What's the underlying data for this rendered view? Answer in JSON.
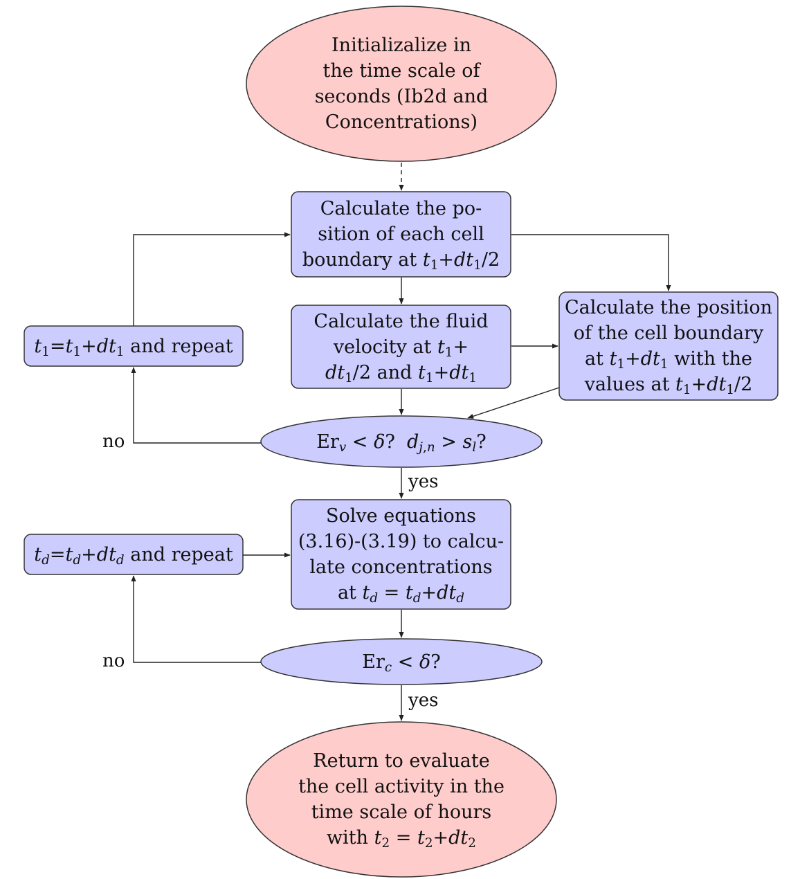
{
  "colors": {
    "terminal_fill": "#ffcccc",
    "process_fill": "#ccccff",
    "stroke": "#333333"
  },
  "nodes": {
    "start": {
      "lines": [
        "Initializalize in",
        "the time scale of",
        "seconds (Ib2d and",
        "Concentrations)"
      ]
    },
    "calc_boundary_half": {
      "line1": "Calculate the po-",
      "line2": "sition of each cell",
      "line3_prefix": "boundary at "
    },
    "calc_fluid_velocity": {
      "line1": "Calculate the fluid",
      "line2_prefix": "velocity at ",
      "line3_mid": " and "
    },
    "calc_boundary_full": {
      "line1": "Calculate the position",
      "line2": "of the cell boundary",
      "line3_prefix": "at ",
      "line3_suffix": " with the",
      "line4_prefix": "values at "
    },
    "update_t1": {
      "suffix": " and repeat"
    },
    "decision_velocity": {
      "er_label": "Er"
    },
    "solve_equations": {
      "line1": "Solve equations",
      "line2": "(3.16)-(3.19) to calcu-",
      "line3": "late concentrations",
      "line4_prefix": "at "
    },
    "update_td": {
      "suffix": " and repeat"
    },
    "decision_concentration": {
      "er_label": "Er"
    },
    "end": {
      "line1": "Return to evaluate",
      "line2": "the cell activity in the",
      "line3": "time scale of hours",
      "line4_prefix": "with "
    }
  },
  "edge_labels": {
    "no_1": "no",
    "yes_1": "yes",
    "no_2": "no",
    "yes_2": "yes"
  }
}
